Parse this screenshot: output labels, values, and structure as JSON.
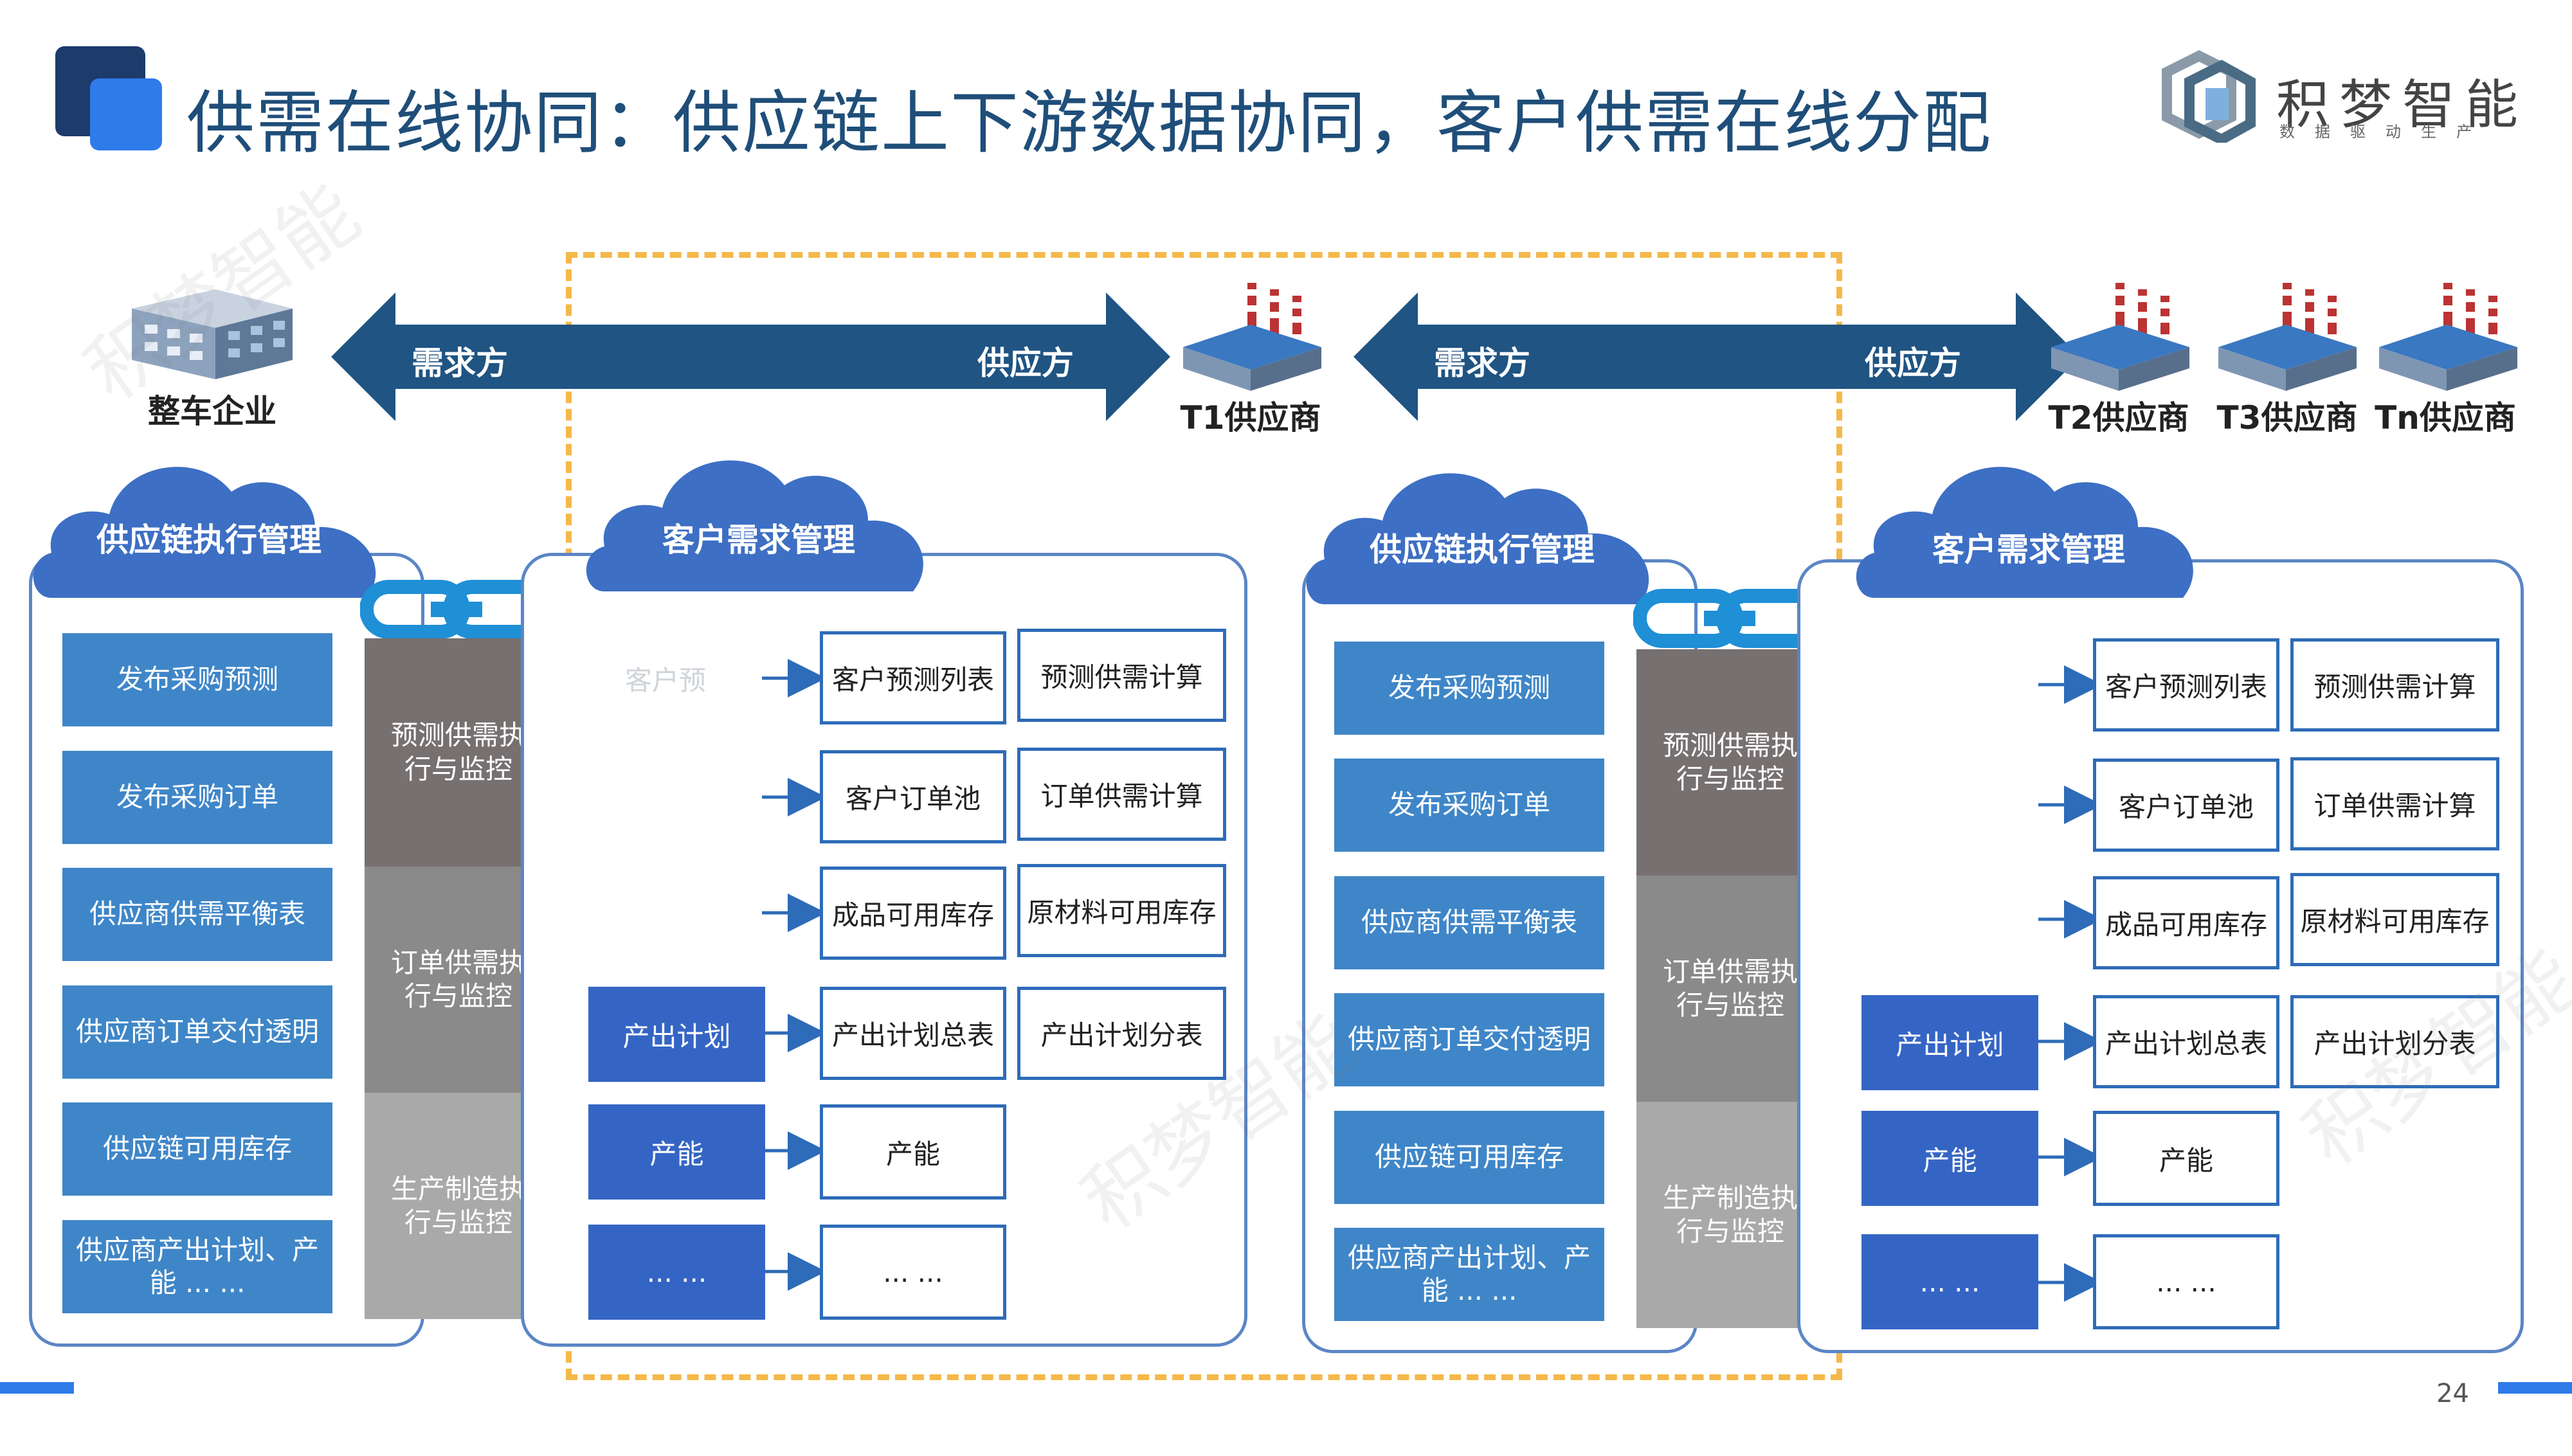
{
  "title": "供需在线协同：供应链上下游数据协同，客户供需在线分配",
  "logo": {
    "name": "积梦智能",
    "tagline": "数据驱动生产"
  },
  "page_number": "24",
  "watermark_text": "积梦智能",
  "arrows": {
    "left": {
      "demand": "需求方",
      "supply": "供应方"
    },
    "right": {
      "demand": "需求方",
      "supply": "供应方"
    }
  },
  "parties": {
    "oem": "整车企业",
    "t1": "T1供应商",
    "t2": "T2供应商",
    "t3": "T3供应商",
    "tn": "Tn供应商"
  },
  "exec_panel": {
    "cloud": "供应链执行管理",
    "items": [
      "发布采购预测",
      "发布采购订单",
      "供应商供需平衡表",
      "供应商订单交付透明",
      "供应链可用库存",
      "供应商产出计划、产能 ... ..."
    ],
    "stages": [
      "预测供需执行与监控",
      "订单供需执行与监控",
      "生产制造执行与监控"
    ]
  },
  "demand_panel": {
    "cloud": "客户需求管理",
    "faded_label": "客户预",
    "rows": [
      [
        "客户预测列表",
        "预测供需计算"
      ],
      [
        "客户订单池",
        "订单供需计算"
      ],
      [
        "成品可用库存",
        "原材料可用库存"
      ],
      [
        "产出计划总表",
        "产出计划分表"
      ]
    ],
    "inputs": [
      "产出计划",
      "产能",
      "... ..."
    ],
    "outputs": [
      "产能",
      "... ..."
    ]
  },
  "colors": {
    "arrow": "#1f5483",
    "panel_border": "#5b86c5",
    "blue_box": "#3f86c8",
    "dark_box": "#3565c4",
    "cloud": "#3d6fc4",
    "stage1": "#777070",
    "stage2": "#8a8a8a",
    "stage3": "#a9a9a9",
    "highlight": "#f5b84a"
  }
}
